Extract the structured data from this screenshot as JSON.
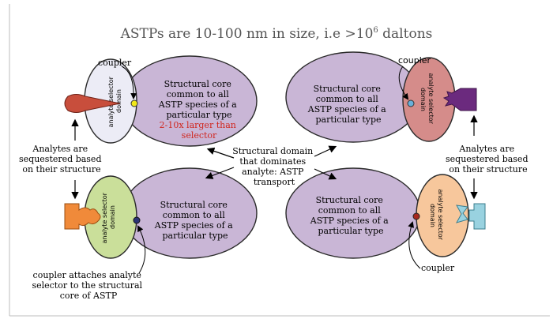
{
  "title": {
    "main": "ASTPs are 10-100 nm in size, i.e >10",
    "superscript": "6",
    "suffix": " daltons"
  },
  "core_text": {
    "line1": "Structural core",
    "line2": "common to all",
    "line3": "ASTP species of a",
    "line4": "particular type"
  },
  "size_note": {
    "line1": "2-10x larger than",
    "line2": "selector"
  },
  "selector_label": {
    "line1": "analyte selector",
    "line2": "domain"
  },
  "coupler_label": "coupler",
  "analyte_note": {
    "line1": "Analytes are",
    "line2": "sequestered based",
    "line3": "on their structure"
  },
  "center_note": {
    "line1": "Structural domain",
    "line2": "that dominates",
    "line3": "analyte: ASTP",
    "line4": "transport"
  },
  "coupler_note": {
    "line1": "coupler attaches analyte",
    "line2": "selector to the structural",
    "line3": "core of ASTP"
  },
  "colors": {
    "core": "#c9b6d6",
    "selector_tl": "#ececf6",
    "selector_tr": "#d58c8a",
    "selector_bl": "#cadf9a",
    "selector_br": "#f7c79c",
    "analyte_tl": "#c84e3c",
    "analyte_tr": "#6b2a7e",
    "analyte_bl": "#f08a3a",
    "analyte_br": "#99d2e0",
    "coupler_tl": "#f2e81a",
    "coupler_tr": "#6ab0da",
    "coupler_bl": "#2c3575",
    "coupler_br": "#a8281e",
    "red_text": "#d0261e"
  }
}
